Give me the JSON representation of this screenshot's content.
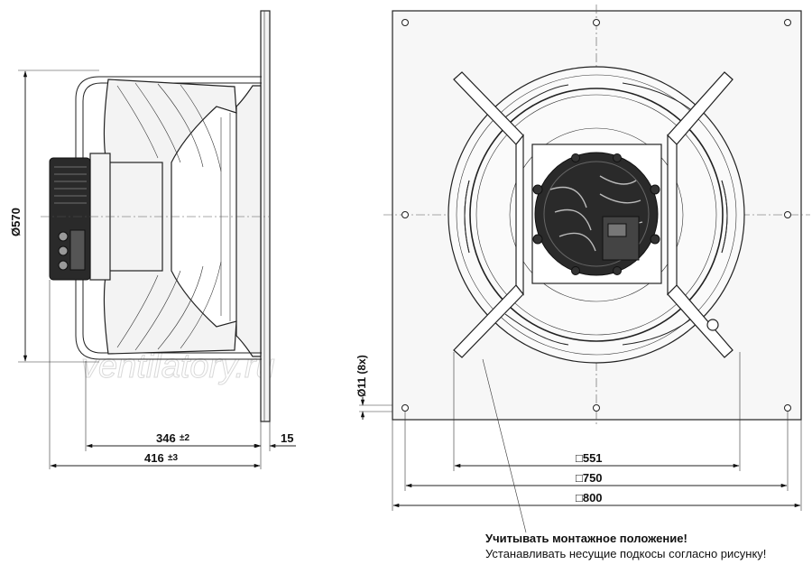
{
  "watermark": "ventilatory.ru",
  "side_view": {
    "diameter_label": "Ø570",
    "length_346": {
      "value": "346",
      "tolerance": "±2"
    },
    "length_416": {
      "value": "416",
      "tolerance": "±3"
    },
    "flange_thickness": "15"
  },
  "front_view": {
    "hole_label": "Ø11 (8x)",
    "dim_551": "□551",
    "dim_750": "□750",
    "dim_800": "□800"
  },
  "note": {
    "title": "Учитывать монтажное положение!",
    "text": "Устанавливать несущие подкосы согласно рисунку!"
  }
}
